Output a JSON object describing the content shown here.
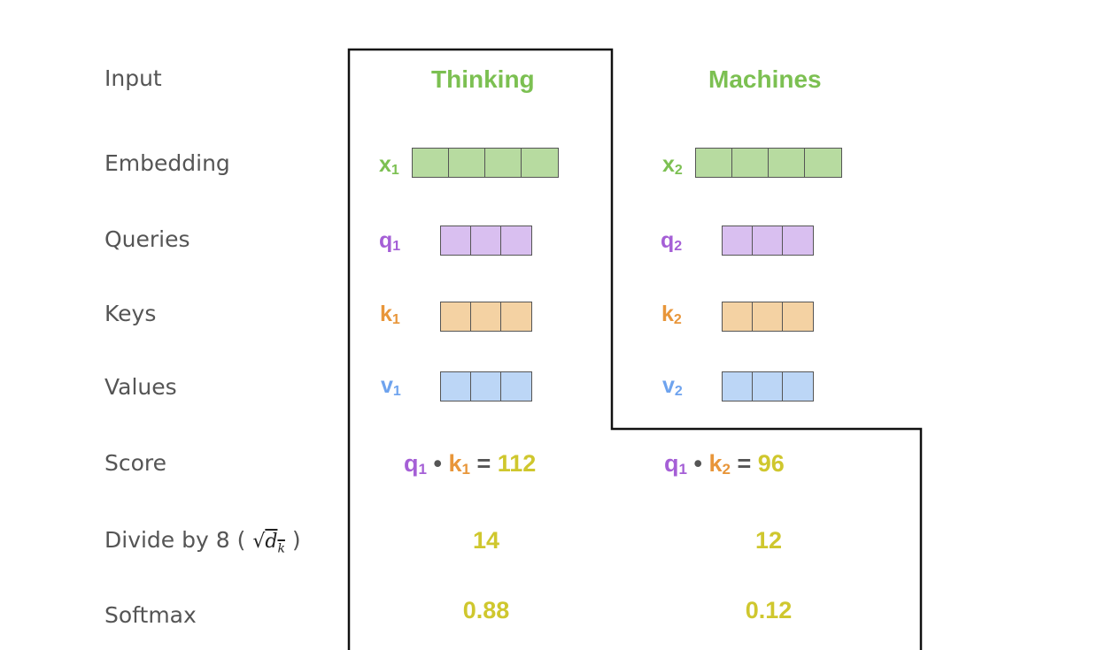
{
  "row_labels": {
    "input": "Input",
    "embedding": "Embedding",
    "queries": "Queries",
    "keys": "Keys",
    "values": "Values",
    "score": "Score",
    "divide_prefix": "Divide by 8 (",
    "divide_suffix": " )",
    "softmax": "Softmax"
  },
  "colors": {
    "green_text": "#7cc052",
    "purple_text": "#a55fd6",
    "orange_text": "#e8963a",
    "blue_text": "#6ea3ee",
    "yellow_text": "#cfc72e",
    "green_fill": "#b7dba0",
    "purple_fill": "#d9bff0",
    "orange_fill": "#f4d2a3",
    "blue_fill": "#bcd6f6"
  },
  "columns": [
    {
      "word": "Thinking",
      "x_label": "x",
      "x_sub": "1",
      "q_label": "q",
      "q_sub": "1",
      "k_label": "k",
      "k_sub": "1",
      "v_label": "v",
      "v_sub": "1",
      "score_q": "q",
      "score_q_sub": "1",
      "score_dot": "•",
      "score_k": "k",
      "score_k_sub": "1",
      "score_eq": "=",
      "score_value": "112",
      "divided": "14",
      "softmax": "0.88"
    },
    {
      "word": "Machines",
      "x_label": "x",
      "x_sub": "2",
      "q_label": "q",
      "q_sub": "2",
      "k_label": "k",
      "k_sub": "2",
      "v_label": "v",
      "v_sub": "2",
      "score_q": "q",
      "score_q_sub": "1",
      "score_dot": "•",
      "score_k": "k",
      "score_k_sub": "2",
      "score_eq": "=",
      "score_value": "96",
      "divided": "12",
      "softmax": "0.12"
    }
  ]
}
